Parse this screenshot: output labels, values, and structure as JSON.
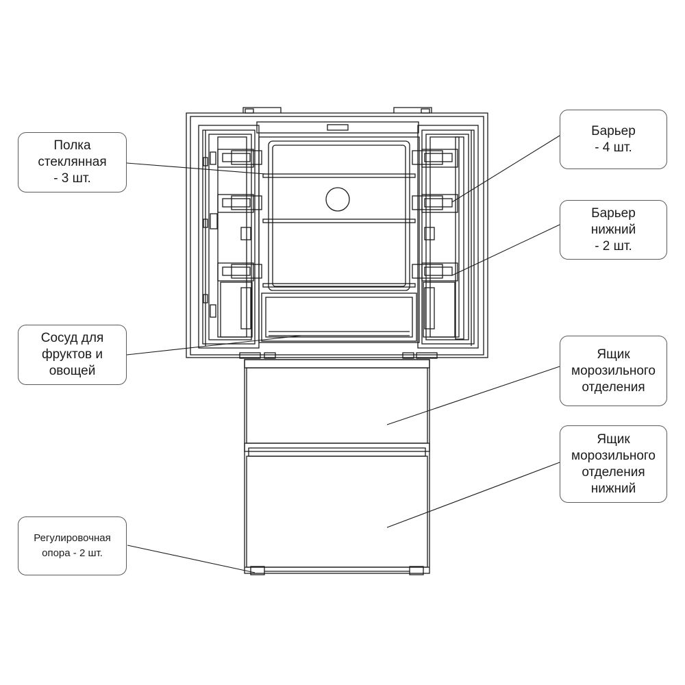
{
  "callouts": {
    "glass_shelf": {
      "lines": [
        "Полка",
        "стеклянная",
        "- 3 шт."
      ]
    },
    "fruit_vegetable_bin": {
      "lines": [
        "Сосуд для",
        "фруктов и",
        "овощей"
      ]
    },
    "adjustable_foot": {
      "lines": [
        "Регулировочная",
        "опора - 2 шт."
      ]
    },
    "door_barrier": {
      "lines": [
        "Барьер",
        "- 4 шт."
      ]
    },
    "lower_barrier": {
      "lines": [
        "Барьер",
        "нижний",
        "- 2 шт."
      ]
    },
    "freezer_drawer": {
      "lines": [
        "Ящик",
        "морозильного",
        "отделения"
      ]
    },
    "freezer_drawer_lower": {
      "lines": [
        "Ящик",
        "морозильного",
        "отделения",
        "нижний"
      ]
    }
  },
  "colors": {
    "line": "#1a1a1a",
    "callout_border": "#5a5a5a",
    "background": "#ffffff"
  }
}
